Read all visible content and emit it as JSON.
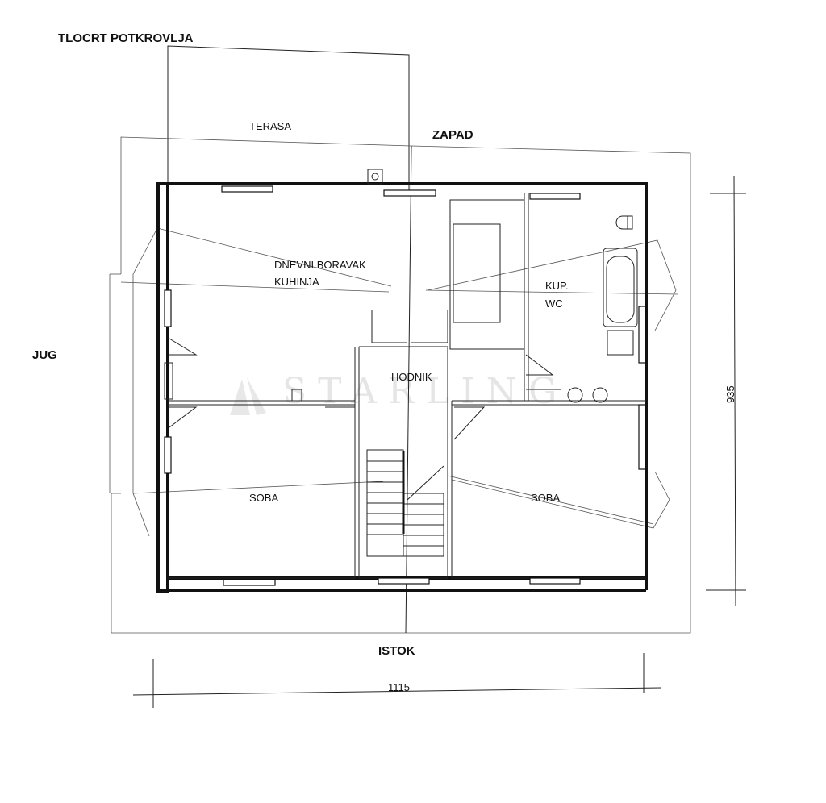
{
  "title": "TLOCRT POTKROVLJA",
  "compass": {
    "west": "ZAPAD",
    "south": "JUG",
    "east": "ISTOK"
  },
  "rooms": {
    "terrace": "TERASA",
    "living_line1": "DNEVNI BORAVAK",
    "living_line2": "KUHINJA",
    "bath_line1": "KUP.",
    "bath_line2": "WC",
    "hall": "HODNIK",
    "room_left": "SOBA",
    "room_right": "SOBA"
  },
  "dimensions": {
    "width": "1115",
    "height": "935"
  },
  "watermark": "STARLING"
}
